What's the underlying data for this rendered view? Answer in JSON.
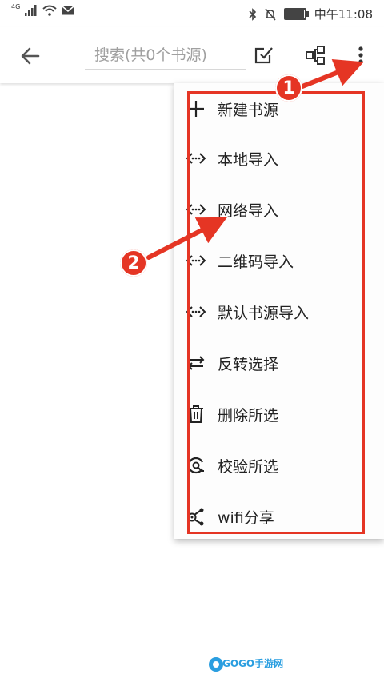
{
  "status_bar": {
    "network": "4G",
    "time": "中午11:08"
  },
  "toolbar": {
    "search_placeholder": "搜索(共0个书源)"
  },
  "menu": {
    "items": [
      {
        "label": "新建书源",
        "icon": "plus-icon"
      },
      {
        "label": "本地导入",
        "icon": "import-icon"
      },
      {
        "label": "网络导入",
        "icon": "import-icon"
      },
      {
        "label": "二维码导入",
        "icon": "import-icon"
      },
      {
        "label": "默认书源导入",
        "icon": "import-icon"
      },
      {
        "label": "反转选择",
        "icon": "swap-icon"
      },
      {
        "label": "删除所选",
        "icon": "trash-icon"
      },
      {
        "label": "校验所选",
        "icon": "check-search-icon"
      },
      {
        "label": "wifi分享",
        "icon": "share-icon"
      }
    ]
  },
  "annotations": {
    "badge_1": "1",
    "badge_2": "2",
    "color": "#e53524"
  },
  "watermark": {
    "text": "GOGO手游网"
  }
}
